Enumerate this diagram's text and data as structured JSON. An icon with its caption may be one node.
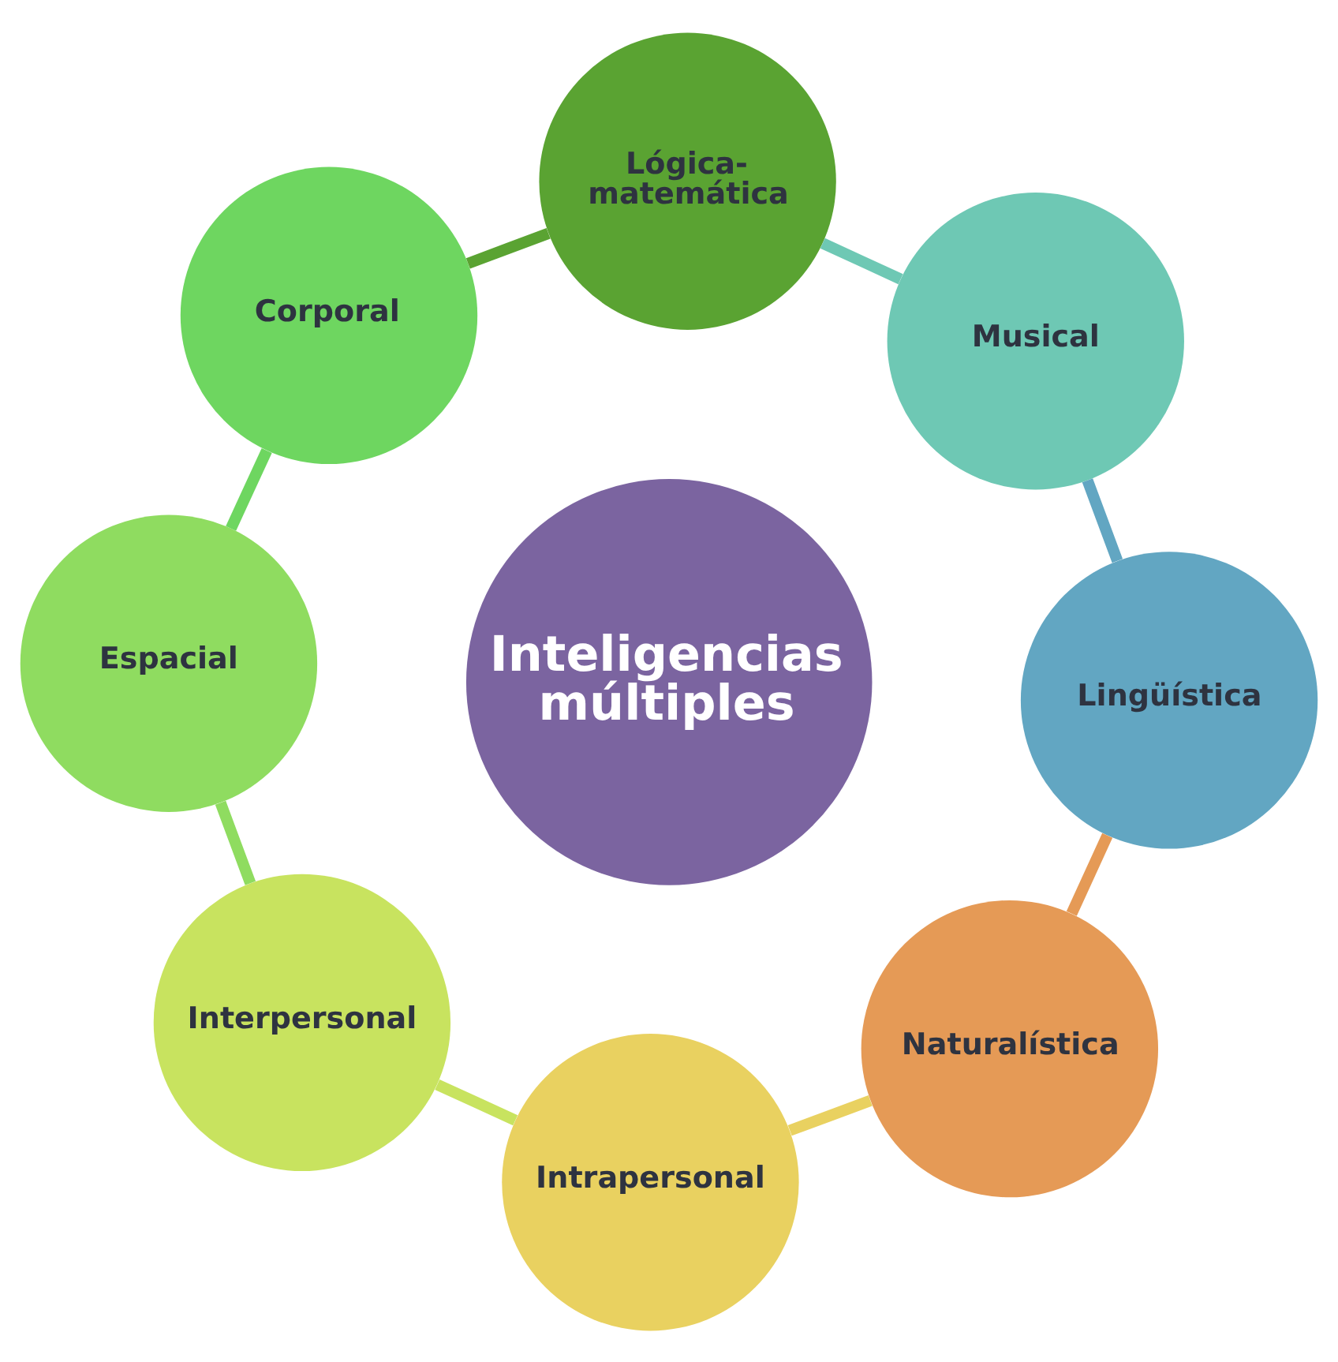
{
  "diagram": {
    "nodes": [
      {
        "text": [
          "Inteligencias múltiples"
        ]
      },
      {
        "text": [
          "Lingüística"
        ]
      },
      {
        "text": [
          "Musical"
        ]
      },
      {
        "text": [
          "Lógica-matemática"
        ]
      },
      {
        "text": [
          "Corporal"
        ]
      },
      {
        "text": [
          "Espacial"
        ]
      },
      {
        "text": [
          "Interpersonal"
        ]
      },
      {
        "text": [
          "Intrapersonal"
        ]
      },
      {
        "text": [
          "Naturalística"
        ]
      }
    ],
    "edges": [
      {
        "from": 1,
        "to": 2,
        "arrow": "none",
        "color": "#62a6c2"
      },
      {
        "from": 2,
        "to": 3,
        "arrow": "none",
        "color": "#6ec8b4"
      },
      {
        "from": 3,
        "to": 4,
        "arrow": "none",
        "color": "#5aa332"
      },
      {
        "from": 4,
        "to": 5,
        "arrow": "none",
        "color": "#6ed660"
      },
      {
        "from": 5,
        "to": 6,
        "arrow": "none",
        "color": "#8fdc60"
      },
      {
        "from": 6,
        "to": 7,
        "arrow": "none",
        "color": "#c8e35f"
      },
      {
        "from": 7,
        "to": 8,
        "arrow": "none",
        "color": "#e9d160"
      },
      {
        "from": 8,
        "to": 1,
        "arrow": "none",
        "color": "#e59a56"
      }
    ]
  }
}
